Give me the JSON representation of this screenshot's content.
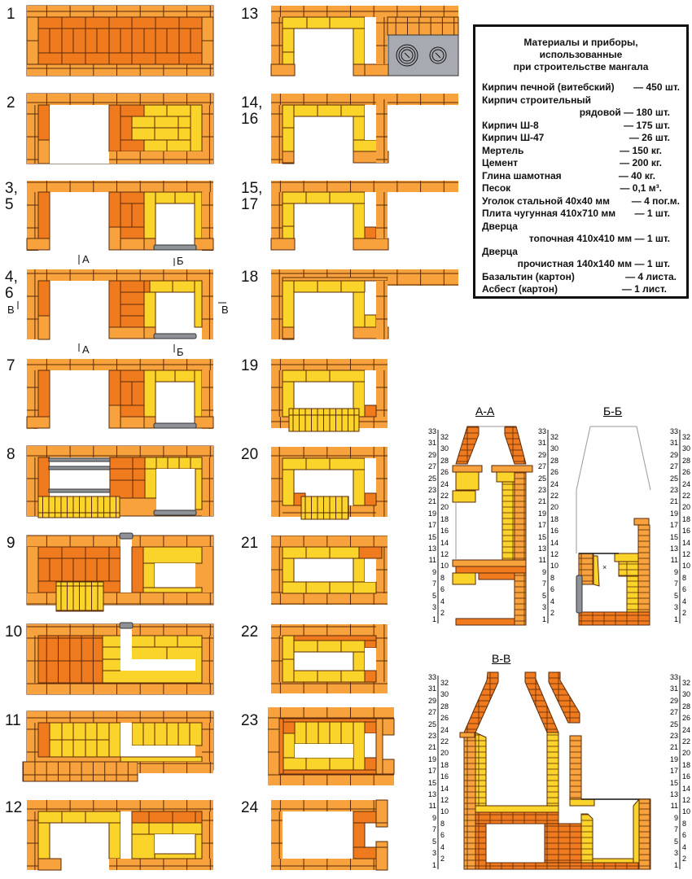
{
  "colors": {
    "outer_brick": "#F7A23C",
    "inner_brick": "#F07A1E",
    "fireclay_brick": "#FAD42A",
    "mortar_line": "#5a2a0a",
    "metal": "#8E9196"
  },
  "orders": [
    {
      "label": "1"
    },
    {
      "label": "2"
    },
    {
      "label": "3,\n5"
    },
    {
      "label": "4,\n6"
    },
    {
      "label": "7"
    },
    {
      "label": "8"
    },
    {
      "label": "9"
    },
    {
      "label": "10"
    },
    {
      "label": "11"
    },
    {
      "label": "12"
    },
    {
      "label": "13"
    },
    {
      "label": "14,\n16"
    },
    {
      "label": "15,\n17"
    },
    {
      "label": "18"
    },
    {
      "label": "19"
    },
    {
      "label": "20"
    },
    {
      "label": "21"
    },
    {
      "label": "22"
    },
    {
      "label": "23"
    },
    {
      "label": "24"
    }
  ],
  "section_marks": {
    "a_top": "А",
    "b_top": "Б",
    "a_bottom": "А",
    "b_bottom": "Б",
    "v_left": "В",
    "v_right": "В"
  },
  "materials": {
    "title_lines": [
      "Материалы и приборы,",
      "использованные",
      "при строительстве мангала"
    ],
    "items": [
      {
        "name": "Кирпич печной (витебский)",
        "qty": "— 450 шт."
      },
      {
        "name": "Кирпич строительный",
        "qty": ""
      },
      {
        "name": "",
        "qty": "рядовой — 180 шт."
      },
      {
        "name": "Кирпич Ш-8",
        "qty": "— 175 шт."
      },
      {
        "name": "Кирпич Ш-47",
        "qty": "— 26 шт."
      },
      {
        "name": "Мертель",
        "qty": "— 150 кг."
      },
      {
        "name": "Цемент",
        "qty": "— 200 кг."
      },
      {
        "name": "Глина шамотная",
        "qty": "— 40 кг."
      },
      {
        "name": "Песок",
        "qty": "— 0,1 м³."
      },
      {
        "name": "Уголок стальной 40x40 мм",
        "qty": "— 4 пог.м."
      },
      {
        "name": "Плита чугунная 410x710 мм",
        "qty": "— 1 шт."
      },
      {
        "name": "Дверца",
        "qty": ""
      },
      {
        "name": "",
        "qty": "топочная 410x410 мм — 1 шт."
      },
      {
        "name": "Дверца",
        "qty": ""
      },
      {
        "name": "",
        "qty": "прочистная 140x140 мм — 1 шт."
      },
      {
        "name": "Базальтин (картон)",
        "qty": "— 4 листа."
      },
      {
        "name": "Асбест (картон)",
        "qty": "— 1 лист."
      }
    ]
  },
  "sections": {
    "aa": {
      "title": "А-А"
    },
    "bb": {
      "title": "Б-Б"
    },
    "vv": {
      "title": "В-В"
    },
    "scale_odd": [
      "33",
      "31",
      "29",
      "27",
      "25",
      "23",
      "21",
      "19",
      "17",
      "15",
      "13",
      "11",
      "9",
      "7",
      "5",
      "3",
      "1"
    ],
    "scale_even": [
      "32",
      "30",
      "28",
      "26",
      "24",
      "22",
      "20",
      "18",
      "16",
      "14",
      "12",
      "10",
      "8",
      "6",
      "4",
      "2"
    ]
  }
}
